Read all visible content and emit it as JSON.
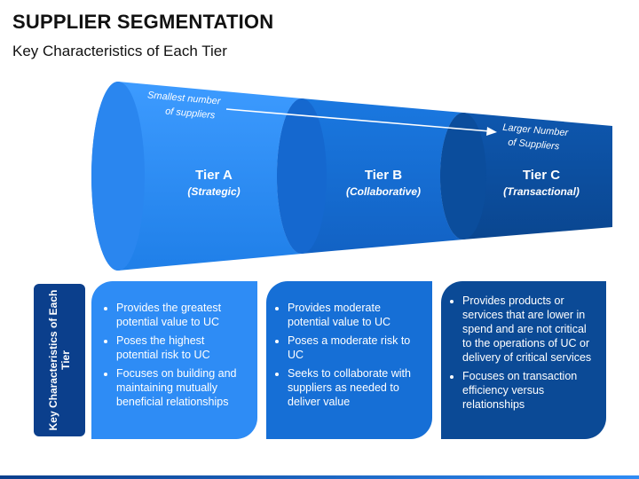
{
  "title": "SUPPLIER SEGMENTATION",
  "subtitle": "Key Characteristics of Each Tier",
  "funnel": {
    "annotation_left": [
      "Smallest number",
      "of suppliers"
    ],
    "annotation_right": [
      "Larger Number",
      "of Suppliers"
    ],
    "tiers": [
      {
        "name": "Tier A",
        "type": "(Strategic)",
        "color": "#2e8cf5"
      },
      {
        "name": "Tier B",
        "type": "(Collaborative)",
        "color": "#166fd6"
      },
      {
        "name": "Tier C",
        "type": "(Transactional)",
        "color": "#0b4a96"
      }
    ]
  },
  "side_label": "Key Characteristics of Each Tier",
  "cards": [
    {
      "items": [
        "Provides the greatest potential value to UC",
        "Poses the highest potential risk to UC",
        "Focuses on building and maintaining mutually beneficial relationships"
      ]
    },
    {
      "items": [
        "Provides moderate potential value to UC",
        "Poses a moderate risk to UC",
        "Seeks to collaborate with suppliers as needed to deliver value"
      ]
    },
    {
      "items": [
        "Provides products or services that are lower in spend and are not critical to the operations of UC or delivery of critical services",
        "Focuses on transaction efficiency versus relationships"
      ]
    }
  ]
}
